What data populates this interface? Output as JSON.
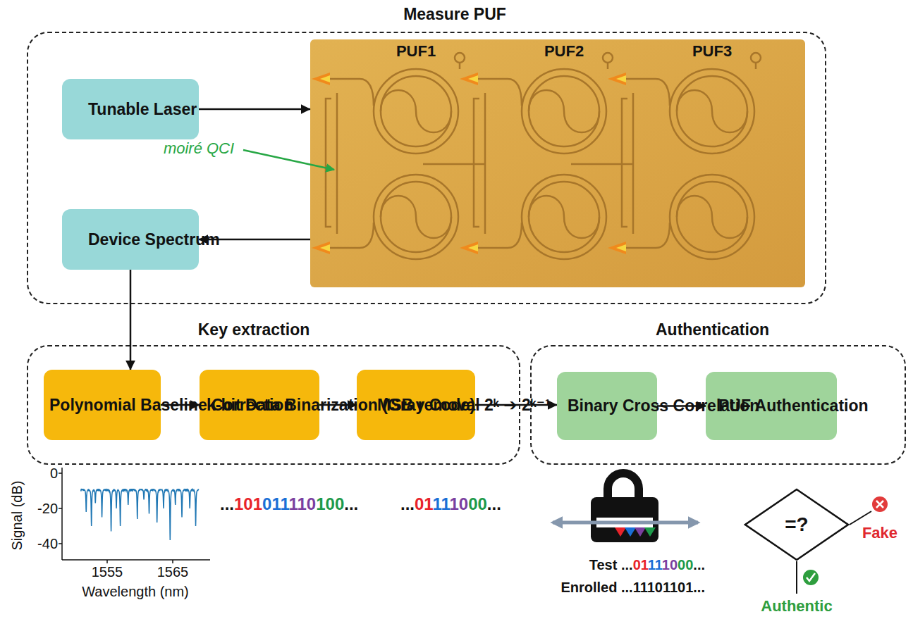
{
  "diagram": {
    "nodes": [
      {
        "text": [
          "Measure PUF"
        ]
      },
      {
        "text": [
          "Tunable Laser"
        ],
        "in": 0
      },
      {
        "text": [
          "PUF1",
          "PUF2",
          "PUF3"
        ],
        "in": 0
      },
      {
        "text": [
          "Device Spectrum"
        ],
        "in": 0
      },
      {
        "text": [
          "Key extraction"
        ]
      },
      {
        "text": [
          "Polynomial Baseline Correction"
        ],
        "in": 4
      },
      {
        "text": [
          "k-bit Data Binarization (Gray Code)"
        ],
        "in": 4
      },
      {
        "text": [
          "MSB removal 2ᵏ ➔ 2ᵏ⁻¹"
        ],
        "in": 4
      },
      {
        "text": [
          "Authentication"
        ]
      },
      {
        "text": [
          "Binary Cross Correlation"
        ],
        "in": 8
      },
      {
        "text": [
          "PUF Authentication"
        ],
        "in": 8
      },
      {
        "text": [
          "=?"
        ]
      }
    ],
    "edges": [
      {
        "from": 1,
        "to": 2,
        "arrow": "to"
      },
      {
        "from": 2,
        "to": 3,
        "arrow": "to"
      },
      {
        "from": 3,
        "to": 5,
        "arrow": "to"
      },
      {
        "from": 5,
        "to": 6,
        "arrow": "to"
      },
      {
        "from": 6,
        "to": 7,
        "arrow": "to"
      },
      {
        "from": 7,
        "to": 9,
        "arrow": "to"
      },
      {
        "from": 9,
        "to": 10,
        "arrow": "to"
      }
    ],
    "labels": [
      "moiré QCI",
      "Signal (dB)",
      "0",
      "-20",
      "-40",
      "1555",
      "1565",
      "Wavelength (nm)",
      "...101011110100...",
      "...01111000...",
      "Test ...01111000...",
      "Enrolled ...11101101...",
      "Fake",
      "Authentic"
    ]
  }
}
